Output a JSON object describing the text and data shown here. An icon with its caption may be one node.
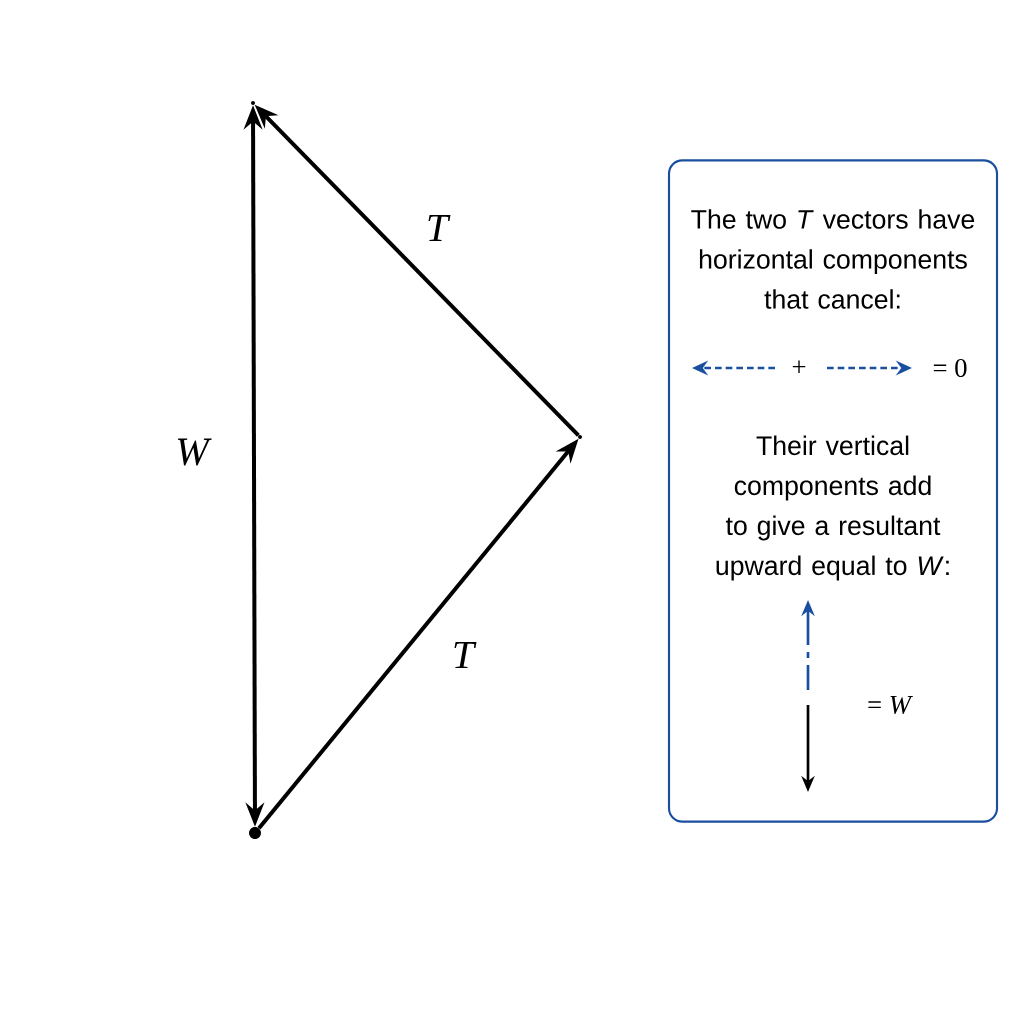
{
  "diagram": {
    "nodes": [
      {
        "text": [],
        "shape": "point"
      },
      {
        "text": [],
        "shape": "point"
      },
      {
        "text": [],
        "shape": "circle"
      },
      {
        "text": [
          "The two *T* vectors have horizontal components that cancel:",
          "+",
          "= 0",
          "Their vertical components add to give a resultant upward equal to *W*:",
          "= *W*"
        ]
      }
    ],
    "edges": [
      {
        "from": 2,
        "to": 0,
        "arrow": "both",
        "label": "W"
      },
      {
        "from": 1,
        "to": 0,
        "arrow": "to",
        "label": "T"
      },
      {
        "from": 2,
        "to": 1,
        "arrow": "to",
        "label": "T"
      }
    ]
  }
}
